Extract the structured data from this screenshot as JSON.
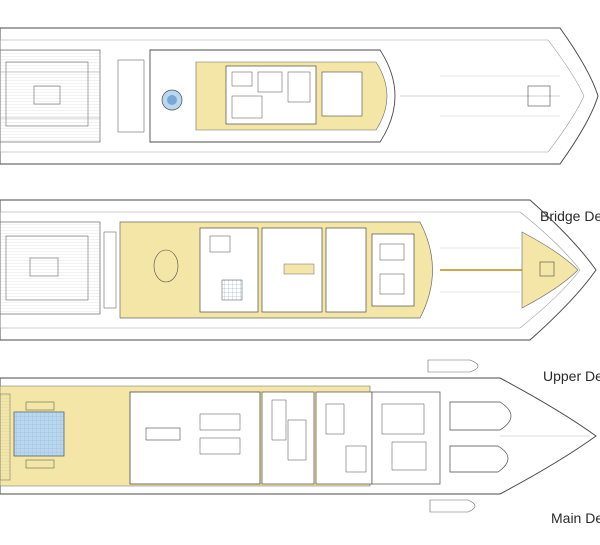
{
  "colors": {
    "line": "#4a4a4a",
    "line_light": "#9a9a9a",
    "deck_highlight": "#f3e6a6",
    "pool_water": "#b9d7ef",
    "background": "#ffffff"
  },
  "labels": {
    "bridge_deck": "Bridge Dec",
    "upper_deck": "Upper De",
    "main_deck": "Main De"
  },
  "decks": [
    {
      "id": "sun-deck",
      "label": ""
    },
    {
      "id": "bridge-deck",
      "label": "Bridge Dec"
    },
    {
      "id": "upper-deck",
      "label": "Upper De"
    },
    {
      "id": "main-deck",
      "label": "Main De"
    }
  ]
}
